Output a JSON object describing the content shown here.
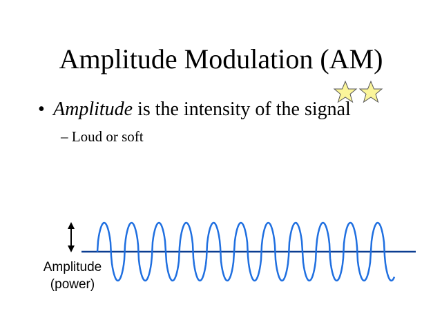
{
  "title": "Amplitude Modulation (AM)",
  "bullet": {
    "marker": "•",
    "emphasis": "Amplitude",
    "rest": " is the intensity of the signal"
  },
  "sub_bullet": {
    "marker": "–",
    "text": "Loud or soft"
  },
  "diagram": {
    "label_line1": "Amplitude",
    "label_line2": "(power)",
    "cycles": 11,
    "wave_color": "#1f6fe0",
    "axis_color": "#0b3d91"
  },
  "decorations": {
    "star_color": "#fbf59a",
    "star_count": 2
  }
}
